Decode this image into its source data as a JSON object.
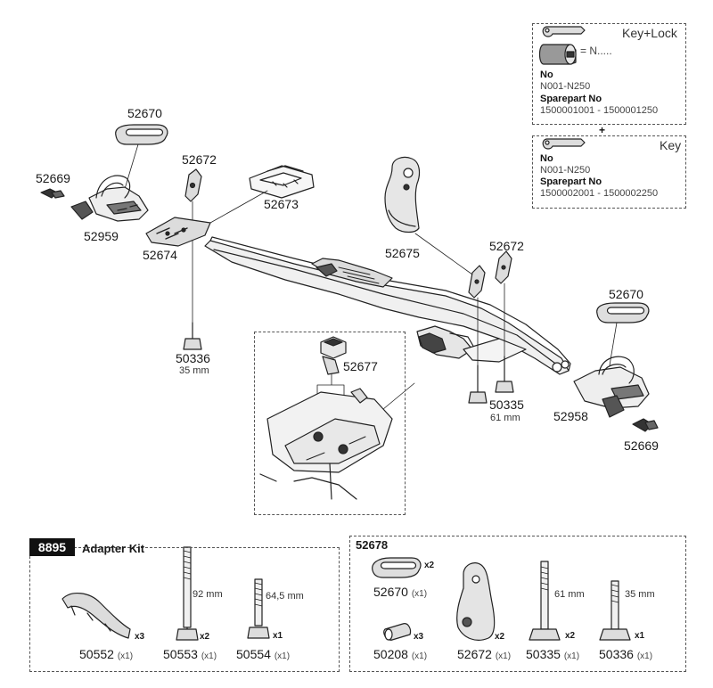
{
  "key_lock": {
    "title": "Key+Lock",
    "equals": "= N.....",
    "no_label": "No",
    "no_value": "N001-N250",
    "spare_label": "Sparepart No",
    "spare_value": "1500001001 - 1500001250"
  },
  "plus": "+",
  "key": {
    "title": "Key",
    "no_label": "No",
    "no_value": "N001-N250",
    "spare_label": "Sparepart No",
    "spare_value": "1500002001 - 1500002250"
  },
  "parts": {
    "p52670_top": "52670",
    "p52669_left": "52669",
    "p52959": "52959",
    "p52672_left": "52672",
    "p52673": "52673",
    "p52674": "52674",
    "p52675": "52675",
    "p52672_right": "52672",
    "p52670_right": "52670",
    "p50336": "50336",
    "p50336_len": "35 mm",
    "p52677": "52677",
    "p50335": "50335",
    "p50335_len": "61 mm",
    "p52958": "52958",
    "p52669_right": "52669"
  },
  "adapter_kit": {
    "number": "8895",
    "title": "Adapter Kit",
    "items": [
      {
        "part": "50552",
        "count": "(x1)",
        "qty": "x3"
      },
      {
        "part": "50553",
        "count": "(x1)",
        "qty": "x2",
        "length": "92 mm"
      },
      {
        "part": "50554",
        "count": "(x1)",
        "qty": "x1",
        "length": "64,5 mm"
      }
    ]
  },
  "kit_52678": {
    "title": "52678",
    "items": [
      {
        "part": "52670",
        "count": "(x1)",
        "qty": "x2"
      },
      {
        "part": "50208",
        "count": "(x1)",
        "qty": "x3"
      },
      {
        "part": "52672",
        "count": "(x1)",
        "qty": "x2"
      },
      {
        "part": "50335",
        "count": "(x1)",
        "qty": "x2",
        "length": "61 mm"
      },
      {
        "part": "50336",
        "count": "(x1)",
        "qty": "x1",
        "length": "35 mm"
      }
    ]
  }
}
